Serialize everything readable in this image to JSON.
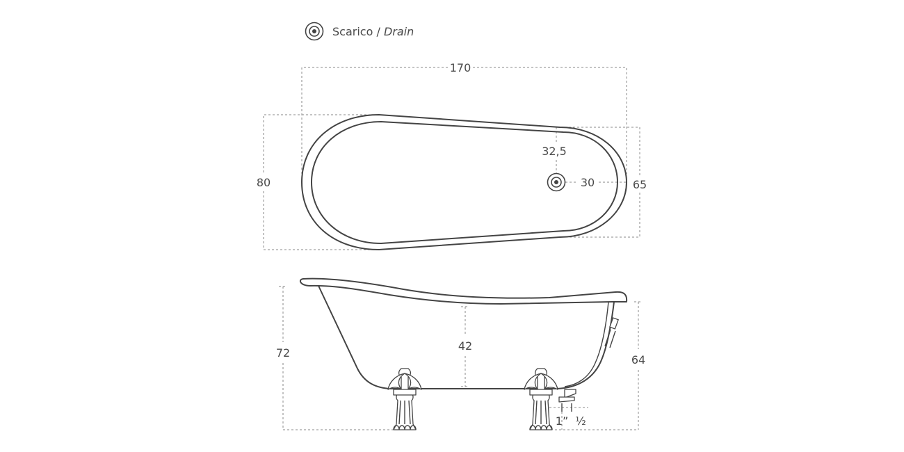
{
  "legend": {
    "icon": "drain-icon",
    "label_it": "Scarico",
    "separator": " / ",
    "label_en": "Drain"
  },
  "dimensions": {
    "length": "170",
    "width_left": "80",
    "width_right": "65",
    "drain_offset_y": "32,5",
    "drain_offset_x": "30",
    "height_total": "72",
    "inner_depth": "42",
    "rim_height": "64",
    "pipe_1": "1”",
    "pipe_2": "½"
  }
}
